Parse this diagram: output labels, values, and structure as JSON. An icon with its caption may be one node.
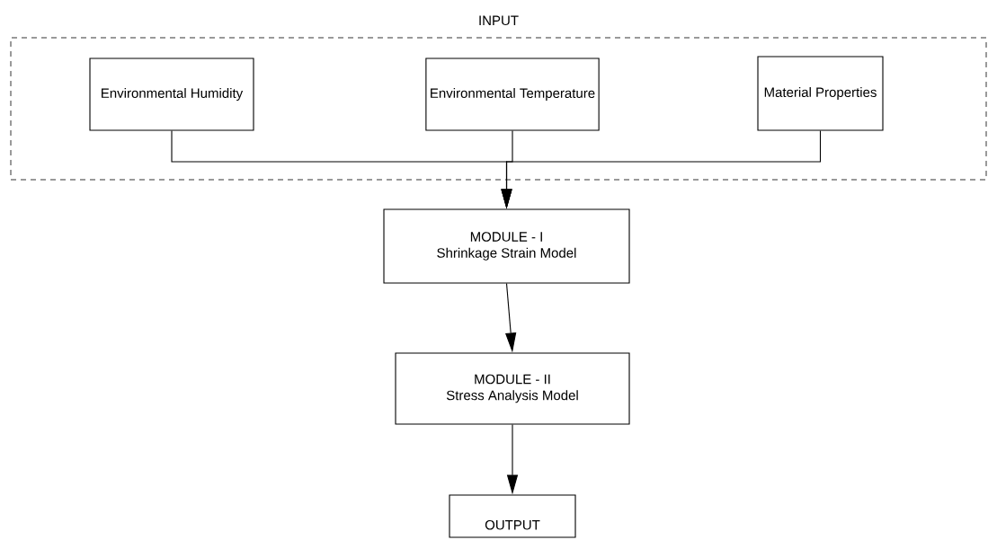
{
  "diagram": {
    "nodes": [
      {
        "text": [
          "INPUT"
        ]
      },
      {
        "text": [
          "Environmental Humidity"
        ],
        "in": 0
      },
      {
        "text": [
          "Environmental Temperature"
        ],
        "in": 0
      },
      {
        "text": [
          "Material Properties"
        ],
        "in": 0
      },
      {
        "text": [
          "MODULE - I",
          "Shrinkage Strain Model"
        ]
      },
      {
        "text": [
          "MODULE - II",
          "Stress Analysis Model"
        ]
      },
      {
        "text": [
          "OUTPUT"
        ]
      }
    ],
    "edges": [
      {
        "from": 1,
        "to": 4,
        "arrow": "to"
      },
      {
        "from": 2,
        "to": 4,
        "arrow": "to"
      },
      {
        "from": 3,
        "to": 4,
        "arrow": "to"
      },
      {
        "from": 4,
        "to": 5,
        "arrow": "to"
      },
      {
        "from": 5,
        "to": 6,
        "arrow": "to"
      }
    ]
  }
}
